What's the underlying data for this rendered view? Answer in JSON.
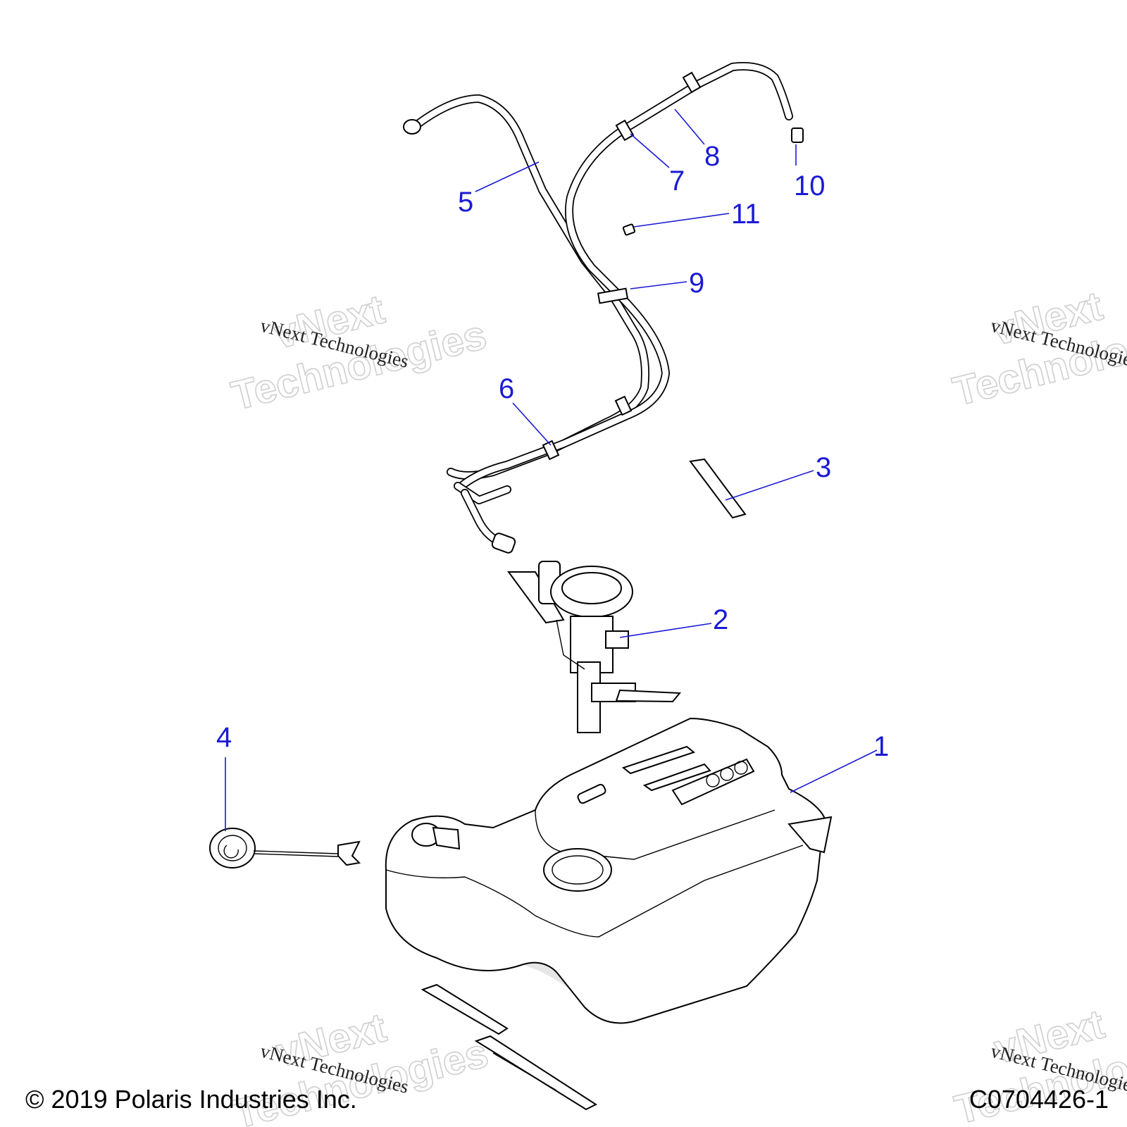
{
  "callouts": [
    "1",
    "2",
    "3",
    "4",
    "5",
    "6",
    "7",
    "8",
    "9",
    "10",
    "11"
  ],
  "watermark": {
    "small": "vNext Technologies",
    "large_line1": "vNext",
    "large_line2": "Technologies"
  },
  "footer": {
    "copyright": "© 2019 Polaris Industries Inc.",
    "figure_code": "C0704426-1"
  },
  "colors": {
    "callout": "#1a1ad6",
    "line_art": "#000000",
    "watermark": "#cfcfcf"
  }
}
